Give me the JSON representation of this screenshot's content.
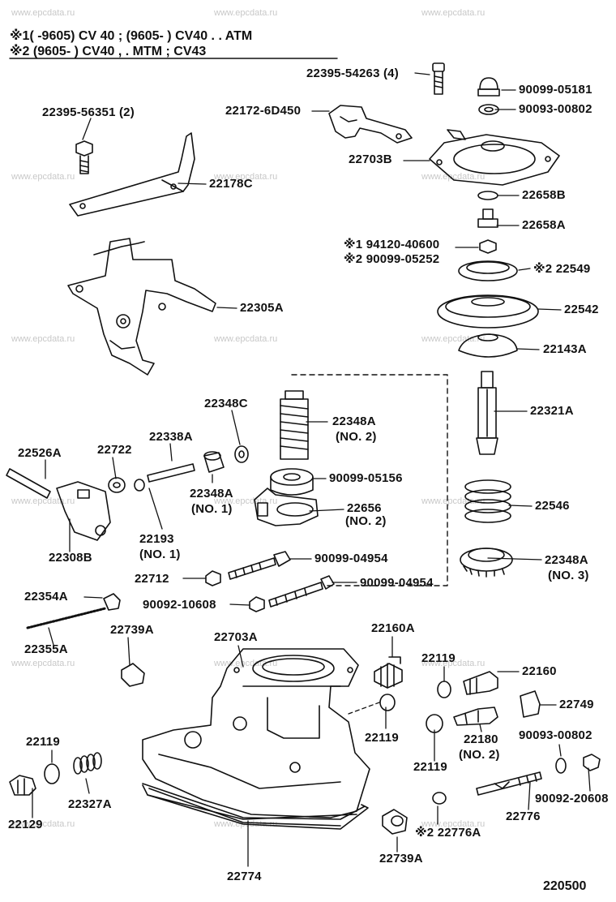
{
  "header": {
    "line1": "※1(      -9605) CV 40 ; (9605-        ) CV40 . . ATM",
    "line2": "※2 (9605-        ) CV40 , . MTM ; CV43"
  },
  "watermark": "www.epcdata.ru",
  "figure_number": "220500",
  "labels": {
    "l1": "22395-54263 (4)",
    "l2": "90099-05181",
    "l3": "90093-00802",
    "l4": "22395-56351 (2)",
    "l5": "22172-6D450",
    "l6": "22703B",
    "l7": "22178C",
    "l8": "22658B",
    "l9": "22658A",
    "l10": "※1 94120-40600",
    "l11": "※2 90099-05252",
    "l12": "※2 22549",
    "l13": "22305A",
    "l14": "22542",
    "l15": "22143A",
    "l16": "22348C",
    "l17": "22348A",
    "l18": "(NO. 2)",
    "l19": "22321A",
    "l20": "22526A",
    "l21": "22722",
    "l22": "22338A",
    "l23": "90099-05156",
    "l24": "22348A",
    "l25": "(NO. 1)",
    "l26": "22656",
    "l27": "(NO. 2)",
    "l28": "22546",
    "l29": "22193",
    "l30": "(NO. 1)",
    "l31": "22308B",
    "l32": "90099-04954",
    "l33": "22348A",
    "l34": "(NO. 3)",
    "l35": "22712",
    "l36": "90099-04954",
    "l37": "90092-10608",
    "l38": "22354A",
    "l39": "22355A",
    "l40": "22739A",
    "l41": "22703A",
    "l42": "22160A",
    "l43": "22119",
    "l44": "22160",
    "l45": "22749",
    "l46": "22119",
    "l47": "22119",
    "l48": "22180",
    "l49": "(NO. 2)",
    "l50": "90093-00802",
    "l51": "22119",
    "l52": "90092-20608",
    "l53": "22327A",
    "l54": "22776",
    "l55": "22129",
    "l56": "※2 22776A",
    "l57": "22739A",
    "l58": "22774"
  }
}
